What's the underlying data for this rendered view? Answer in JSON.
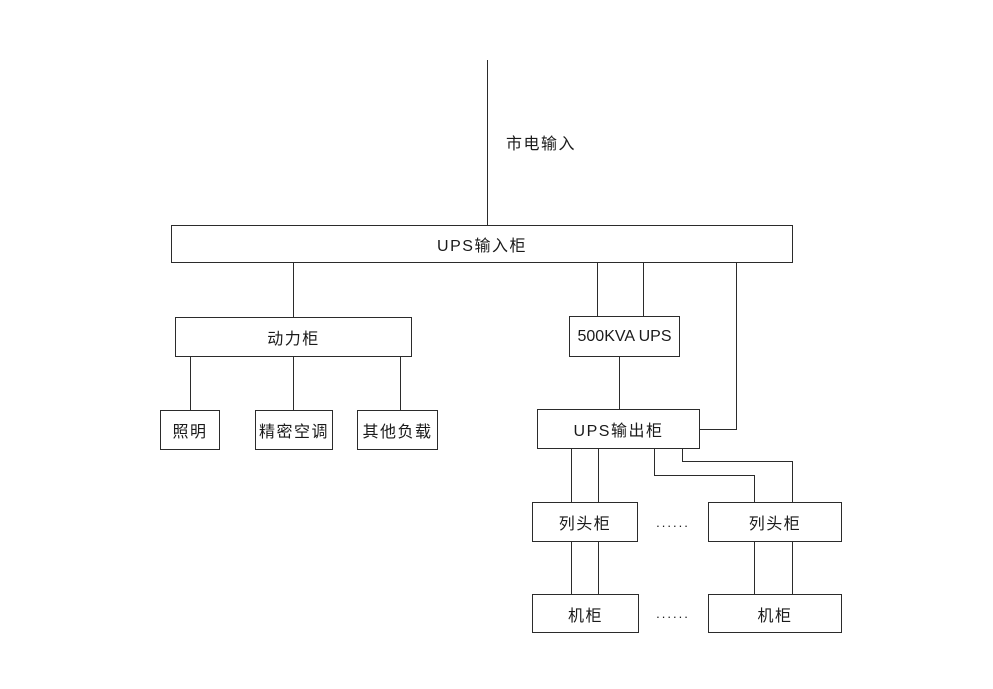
{
  "diagram": {
    "type": "power-distribution-tree",
    "background_color": "#ffffff",
    "line_color": "#2b2b2b",
    "text_color": "#1a1a1a",
    "labels": {
      "mains_input": "市电输入",
      "ups_input_cabinet": "UPS输入柜",
      "power_cabinet": "动力柜",
      "lighting": "照明",
      "precision_ac": "精密空调",
      "other_loads": "其他负载",
      "ups_unit": "500KVA UPS",
      "ups_output_cabinet": "UPS输出柜",
      "row_head_cabinet_left": "列头柜",
      "row_head_cabinet_right": "列头柜",
      "rack_left": "机柜",
      "rack_right": "机柜",
      "row_head_ellipsis": "......",
      "rack_ellipsis": "......"
    }
  }
}
